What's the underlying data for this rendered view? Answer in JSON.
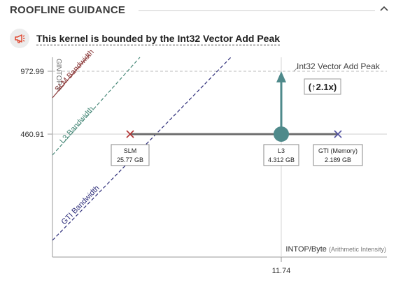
{
  "header": {
    "title": "ROOFLINE GUIDANCE",
    "collapse_icon": "chevron-up-icon"
  },
  "guidance": {
    "icon": "megaphone-icon",
    "icon_color": "#e0462f",
    "text": "This kernel is bounded by the Int32 Vector Add Peak"
  },
  "chart_data": {
    "type": "scatter",
    "title": "",
    "ylabel": "GINTOPS",
    "xlabel": "INTOP/Byte",
    "xlabel_note": "(Arithmetic Intensity)",
    "y_ticks": [
      "972.99",
      "460.91"
    ],
    "x_ticks": [
      "11.74"
    ],
    "roofs": [
      {
        "name": "SLM Bandwidth",
        "color": "#8b3a3a"
      },
      {
        "name": "L3 Bandwidth",
        "color": "#4a8a7a"
      },
      {
        "name": "GTI Bandwidth",
        "color": "#2e2e7a"
      }
    ],
    "peak": {
      "name": "Int32 Vector Add Peak",
      "value": 972.99,
      "speedup_label": "(↑2.1x)"
    },
    "current_performance": 460.91,
    "current_intensity": 11.74,
    "points": [
      {
        "name": "SLM",
        "bandwidth": "25.77 GB",
        "marker": "x",
        "color": "#b03030"
      },
      {
        "name": "L3",
        "bandwidth": "4.312 GB",
        "marker": "dot",
        "color": "#4f8a8b"
      },
      {
        "name": "GTI (Memory)",
        "bandwidth": "2.189 GB",
        "marker": "x",
        "color": "#5050a0"
      }
    ],
    "colors": {
      "accent": "#4f8a8b",
      "axis": "#888888",
      "grid": "#cccccc"
    }
  }
}
